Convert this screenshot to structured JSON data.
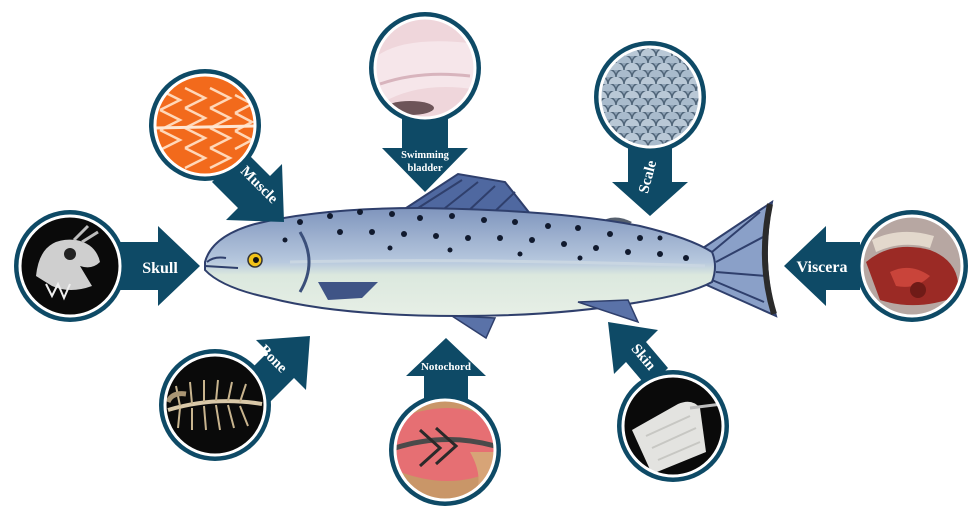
{
  "colors": {
    "ring": "#0e4a66",
    "fish_body": "#9fb4d3",
    "fish_belly": "#dbe8de",
    "fin": "#546fa6",
    "fin_dark": "#2f3f6c",
    "spot": "#111a2e"
  },
  "parts": {
    "skull": "Skull",
    "muscle": "Muscle",
    "bladder_line1": "Swimming",
    "bladder_line2": "bladder",
    "scale": "Scale",
    "viscera": "Viscera",
    "bone": "Bone",
    "notochord": "Notochord",
    "skin": "Skin"
  }
}
